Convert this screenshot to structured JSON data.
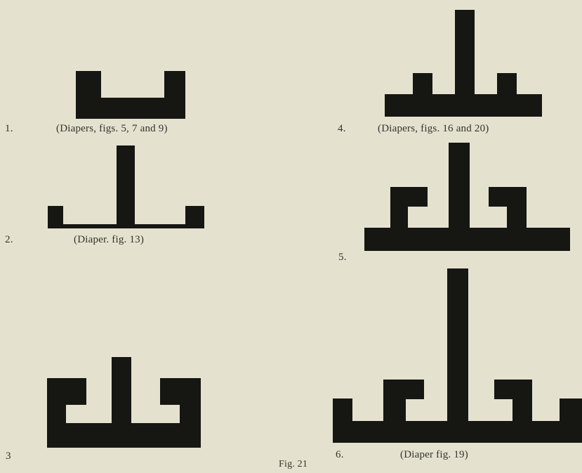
{
  "figures": [
    {
      "number": "1.",
      "caption": "(Diapers, figs. 5, 7 and 9)"
    },
    {
      "number": "2.",
      "caption": "(Diaper. fig. 13)"
    },
    {
      "number": "3",
      "caption": ""
    },
    {
      "number": "4.",
      "caption": "(Diapers, figs. 16 and 20)"
    },
    {
      "number": "5.",
      "caption": ""
    },
    {
      "number": "6.",
      "caption": "(Diaper fig. 19)"
    }
  ],
  "plate_caption": "Fig. 21",
  "colors": {
    "background": "#e4e2cf",
    "ink": "#161613"
  }
}
